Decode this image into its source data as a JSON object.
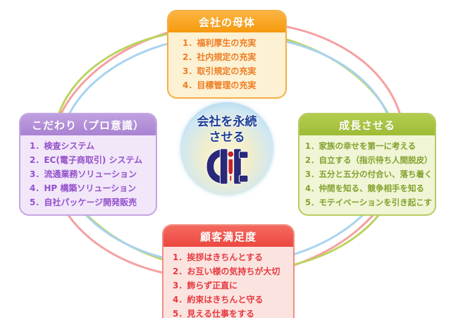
{
  "diagram": {
    "center": {
      "line1": "会社を永続",
      "line2": "させる",
      "logo": {
        "name": "hit-logo",
        "navy": "#2A2878",
        "red": "#C42322"
      }
    },
    "boxes": [
      {
        "id": "top",
        "title": "会社の母体",
        "items": [
          "1．福利厚生の充実",
          "2．社内規定の充実",
          "3．取引規定の充実",
          "4．目標管理の充実"
        ],
        "header_color": "#F79F17",
        "body_color": "#FCF1D2",
        "text_color": "#EE7D23"
      },
      {
        "id": "left",
        "title": "こだわり（プロ意識）",
        "items": [
          "1．検査システム",
          "2．EC(電子商取引) システム",
          "3．流通業務ソリューション",
          "4．HP 構築ソリューション",
          "5．自社パッケージ開発販売"
        ],
        "header_color": "#B28FD8",
        "body_color": "#F1E7F9",
        "text_color": "#9551CC"
      },
      {
        "id": "right",
        "title": "成長させる",
        "items": [
          "1．家族の幸せを第一に考える",
          "2．自立する（指示待ち人間脱皮）",
          "3．五分と五分の付合い、落ち着く",
          "4．仲間を知る、競争相手を知る",
          "5．モテイベーションを引き起こす"
        ],
        "header_color": "#A6C340",
        "body_color": "#F0F5D6",
        "text_color": "#82A12C"
      },
      {
        "id": "bottom",
        "title": "顧客満足度",
        "items": [
          "1．挨拶はきちんとする",
          "2．お互い様の気持ちが大切",
          "3．飾らず正直に",
          "4．約束はきちんと守る",
          "5．見える仕事をする"
        ],
        "header_color": "#EF564D",
        "body_color": "#FBE4E0",
        "text_color": "#E63940"
      }
    ],
    "rings": {
      "outer": "#F5A0A0",
      "middle": "#BCD35E",
      "inner": "#A8D3F0"
    }
  }
}
